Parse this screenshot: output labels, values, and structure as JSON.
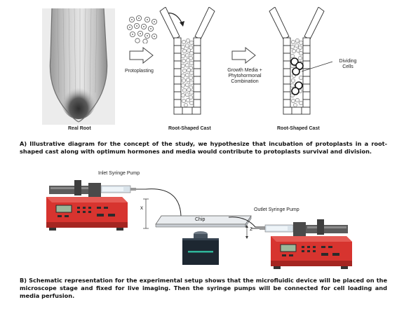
{
  "panelA": {
    "real_root_label": "Real Root",
    "protoplasting_label": "Protoplasting",
    "cast1_label": "Root-Shaped Cast",
    "growth_label_line1": "Growth Media +",
    "growth_label_line2": "Phytohormonal",
    "growth_label_line3": "Combination",
    "cast2_label": "Root-Shaped Cast",
    "dividing_label_line1": "Dividing",
    "dividing_label_line2": "Cells",
    "caption": "A) Illustrative diagram for the concept of the study, we hypothesize that incubation of protoplasts in a root-shaped cast along with optimum hormones and media would contribute to protoplasts survival and division."
  },
  "panelB": {
    "inlet_label": "Inlet Syringe Pump",
    "outlet_label": "Outlet Syringe Pump",
    "chip_label": "Chip",
    "x_label": "x",
    "z_label": "z",
    "caption": "B) Schematic representation for the experimental setup shows that the microfluidic device will be placed on the microscope stage and fixed for live imaging. Then the syringe pumps will be connected for cell loading and media perfusion."
  },
  "colors": {
    "pump_red": "#d7342f",
    "pump_dark": "#a52521",
    "lcd": "#9bb79a",
    "cast_wall": "#ffffff",
    "microscope": "#1d2731",
    "microscope_accent": "#2fb59a"
  },
  "icons": [
    "root-micrograph",
    "arrow-right-icon",
    "protoplast-cluster-icon",
    "syringe-pump-icon",
    "microscope-icon"
  ]
}
